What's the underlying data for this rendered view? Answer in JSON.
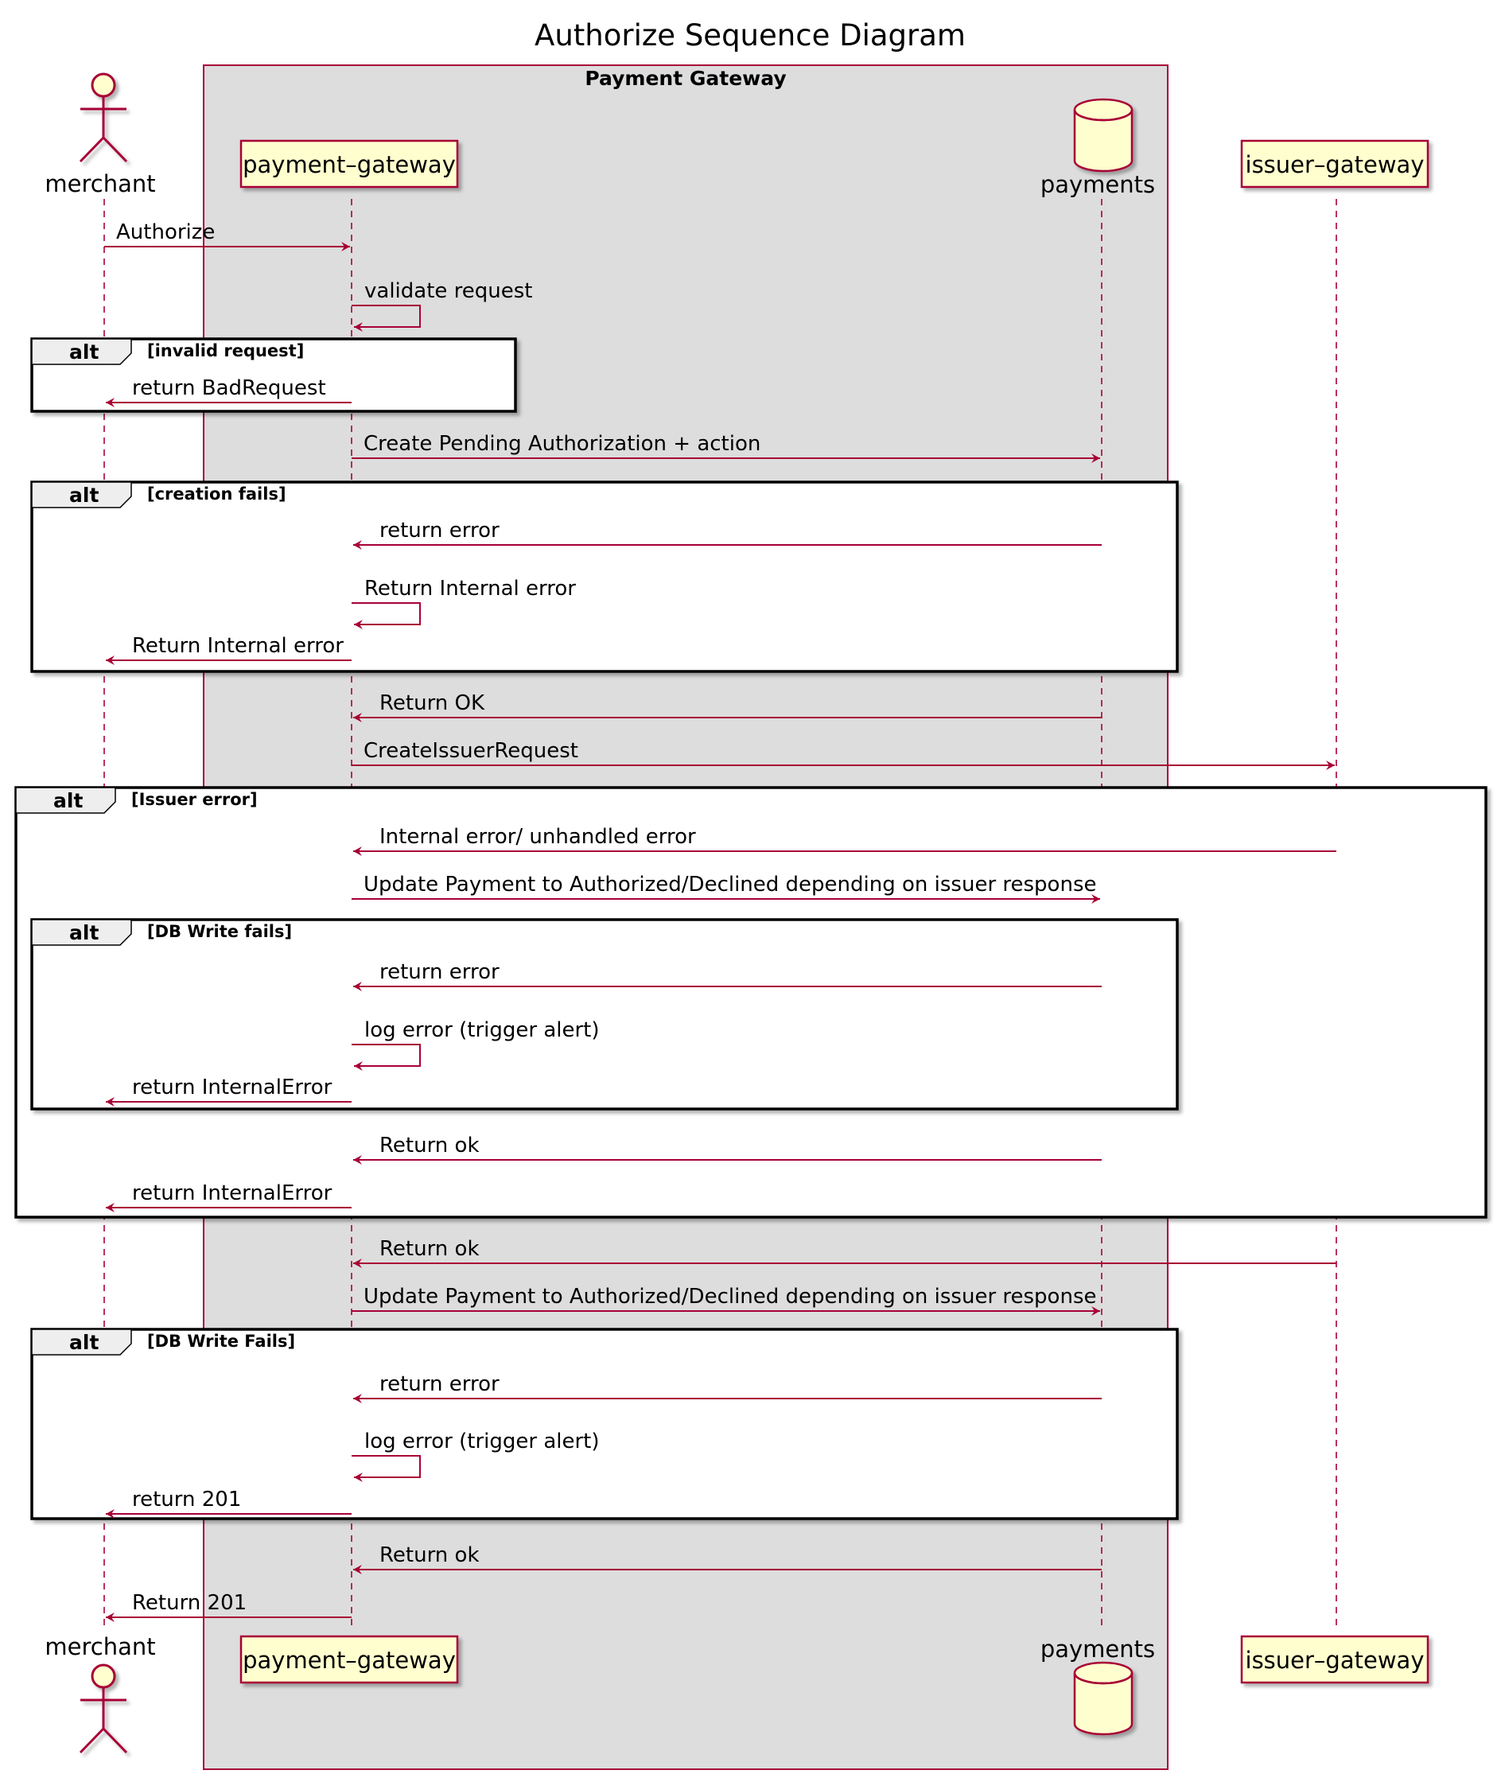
{
  "diagram": {
    "type": "sequence",
    "title": "Authorize Sequence Diagram",
    "colors": {
      "line": "#A80036",
      "participant_fill": "#FEFECE",
      "box_fill": "#DDDDDD",
      "frame_border": "#000000",
      "frame_tab_fill": "#EEEEEE"
    },
    "box": {
      "title": "Payment Gateway",
      "members": [
        "payment-gateway",
        "payments"
      ]
    },
    "participants": [
      {
        "id": "merchant",
        "label": "merchant",
        "shape": "actor"
      },
      {
        "id": "payment-gateway",
        "label": "payment–gateway",
        "shape": "participant"
      },
      {
        "id": "payments",
        "label": "payments",
        "shape": "database"
      },
      {
        "id": "issuer-gateway",
        "label": "issuer–gateway",
        "shape": "participant"
      }
    ],
    "messages": [
      {
        "from": "merchant",
        "to": "payment-gateway",
        "label": "Authorize"
      },
      {
        "from": "payment-gateway",
        "to": "payment-gateway",
        "label": "validate request"
      },
      {
        "from": "payment-gateway",
        "to": "merchant",
        "label": "return BadRequest"
      },
      {
        "from": "payment-gateway",
        "to": "payments",
        "label": "Create Pending Authorization + action"
      },
      {
        "from": "payments",
        "to": "payment-gateway",
        "label": "return error"
      },
      {
        "from": "payment-gateway",
        "to": "payment-gateway",
        "label": "Return Internal error"
      },
      {
        "from": "payment-gateway",
        "to": "merchant",
        "label": "Return Internal error"
      },
      {
        "from": "payments",
        "to": "payment-gateway",
        "label": "Return OK"
      },
      {
        "from": "payment-gateway",
        "to": "issuer-gateway",
        "label": "CreateIssuerRequest"
      },
      {
        "from": "issuer-gateway",
        "to": "payment-gateway",
        "label": "Internal error/ unhandled error"
      },
      {
        "from": "payment-gateway",
        "to": "payments",
        "label": "Update Payment to Authorized/Declined depending on issuer response"
      },
      {
        "from": "payments",
        "to": "payment-gateway",
        "label": "return error"
      },
      {
        "from": "payment-gateway",
        "to": "payment-gateway",
        "label": "log error (trigger alert)"
      },
      {
        "from": "payment-gateway",
        "to": "merchant",
        "label": "return InternalError"
      },
      {
        "from": "payments",
        "to": "payment-gateway",
        "label": "Return ok"
      },
      {
        "from": "payment-gateway",
        "to": "merchant",
        "label": "return InternalError"
      },
      {
        "from": "issuer-gateway",
        "to": "payment-gateway",
        "label": "Return ok"
      },
      {
        "from": "payment-gateway",
        "to": "payments",
        "label": "Update Payment to Authorized/Declined depending on issuer response"
      },
      {
        "from": "payments",
        "to": "payment-gateway",
        "label": "return error"
      },
      {
        "from": "payment-gateway",
        "to": "payment-gateway",
        "label": "log error (trigger alert)"
      },
      {
        "from": "payment-gateway",
        "to": "merchant",
        "label": "return 201"
      },
      {
        "from": "payments",
        "to": "payment-gateway",
        "label": "Return ok"
      },
      {
        "from": "payment-gateway",
        "to": "merchant",
        "label": "Return 201"
      }
    ],
    "fragments": [
      {
        "operator": "alt",
        "guard": "[invalid request]",
        "covers": [
          2,
          2
        ]
      },
      {
        "operator": "alt",
        "guard": "[creation fails]",
        "covers": [
          4,
          6
        ]
      },
      {
        "operator": "alt",
        "guard": "[Issuer error]",
        "covers": [
          9,
          15
        ]
      },
      {
        "operator": "alt",
        "guard": "[DB Write fails]",
        "covers": [
          11,
          13
        ]
      },
      {
        "operator": "alt",
        "guard": "[DB Write Fails]",
        "covers": [
          18,
          20
        ]
      }
    ]
  }
}
